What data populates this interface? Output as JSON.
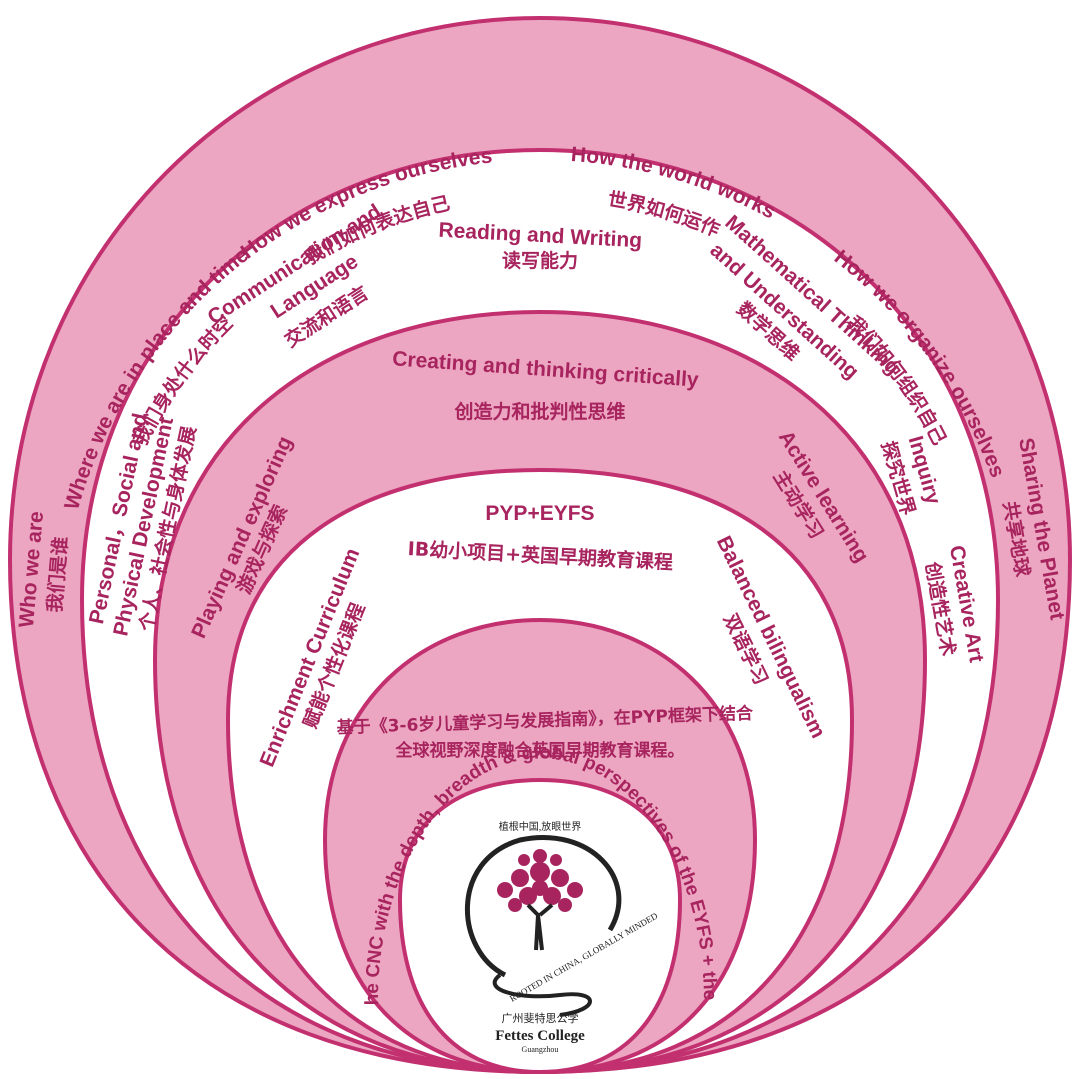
{
  "rings": {
    "ring1": {
      "left": {
        "en": "Who we are",
        "zh": "我们是谁"
      },
      "upper_left": {
        "en": "Where we are in place and time",
        "zh": "我们身处什么时空"
      },
      "top_left": {
        "en": "How we express ourselves",
        "zh": "我们如何表达自己"
      },
      "top_right": {
        "en": "How the world works",
        "zh": "世界如何运作"
      },
      "upper_right": {
        "en": "How we organize ourselves",
        "zh": "我们如何组织自己"
      },
      "right": {
        "en": "Sharing the Planet",
        "zh": "共享地球"
      }
    },
    "ring2": {
      "left": {
        "en1": "Personal，Social  and",
        "en2": "Physical Development",
        "zh": "个人、社会性与身体发展"
      },
      "upper_left": {
        "en1": "Communication and",
        "en2": "Language",
        "zh": "交流和语言"
      },
      "top": {
        "en": "Reading and Writing",
        "zh": "读写能力"
      },
      "upper_right": {
        "en1": "Mathematical Thinking",
        "en2": "and Understanding",
        "zh": "数学思维"
      },
      "right1": {
        "en": "Inquiry",
        "zh": "探究世界"
      },
      "right2": {
        "en": "Creative Art",
        "zh": "创造性艺术"
      }
    },
    "ring3": {
      "left": {
        "en": "Playing and exploring",
        "zh": "游戏与探索"
      },
      "top": {
        "en": "Creating and thinking critically",
        "zh": "创造力和批判性思维"
      },
      "right": {
        "en": "Active learning",
        "zh": "主动学习"
      }
    },
    "ring4": {
      "left": {
        "en": "Enrichment Curriculum",
        "zh": "赋能个性化课程"
      },
      "top": {
        "en": "PYP+EYFS",
        "zh": "IB幼小项目+英国早期教育课程"
      },
      "right": {
        "en": "Balanced bilingualism",
        "zh": "双语学习"
      }
    },
    "ring5": {
      "arc_en": "Building upon the CNC with the depth, breadth & global perspectives of the EYFS + the PYP framework",
      "zh1": "基于《3-6岁儿童学习与发展指南》，在PYP框架下结合",
      "zh2": "全球视野深度融合英国早期教育课程。"
    }
  },
  "logo": {
    "motto_zh": "植根中国,放眼世界",
    "motto_en": "ROOTED IN CHINA, GLOBALLY MINDED",
    "school_zh": "广州斐特思公学",
    "school_en": "Fettes College",
    "city": "Guangzhou"
  },
  "colors": {
    "ring_pink": "#eca6c1",
    "outline": "#c2306f",
    "text": "#a8245e",
    "tree": "#a8245e"
  }
}
